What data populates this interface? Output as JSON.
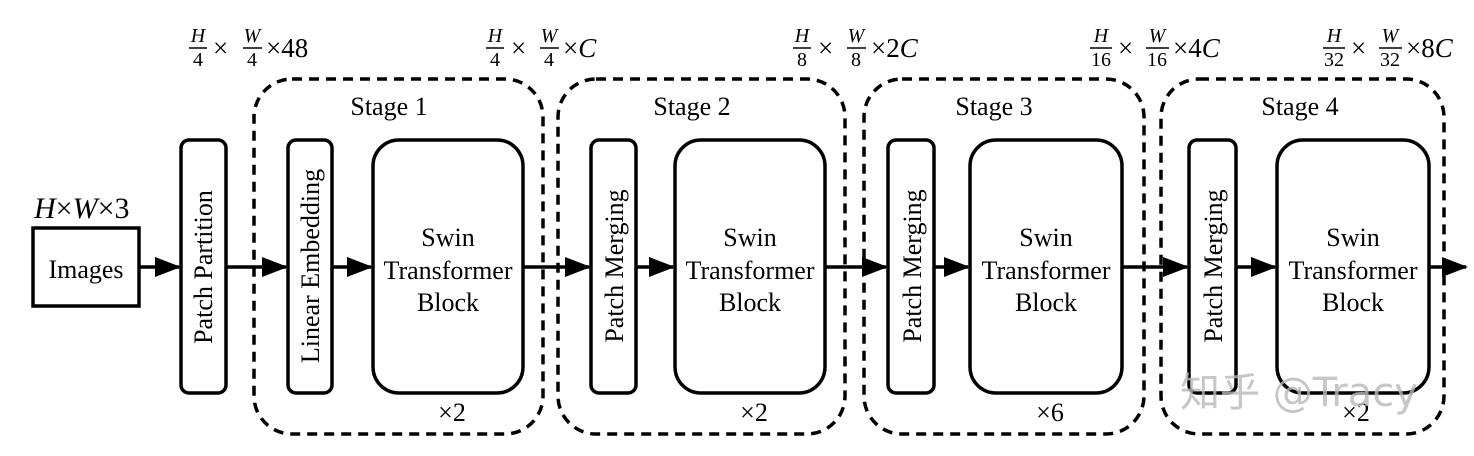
{
  "input": {
    "dims_H": "H",
    "dims_W": "W",
    "dims_3": "3",
    "times": "×",
    "images_label": "Images"
  },
  "patch_partition": {
    "label": "Patch Partition"
  },
  "dims": [
    {
      "num_H": "H",
      "den_H": "4",
      "num_W": "W",
      "den_W": "4",
      "ch_num": "48",
      "ch_var": ""
    },
    {
      "num_H": "H",
      "den_H": "4",
      "num_W": "W",
      "den_W": "4",
      "ch_num": "",
      "ch_var": "C"
    },
    {
      "num_H": "H",
      "den_H": "8",
      "num_W": "W",
      "den_W": "8",
      "ch_num": "2",
      "ch_var": "C"
    },
    {
      "num_H": "H",
      "den_H": "16",
      "num_W": "W",
      "den_W": "16",
      "ch_num": "4",
      "ch_var": "C"
    },
    {
      "num_H": "H",
      "den_H": "32",
      "num_W": "W",
      "den_W": "32",
      "ch_num": "8",
      "ch_var": "C"
    }
  ],
  "stages": [
    {
      "title": "Stage 1",
      "first_block": "Linear Embedding",
      "swin_line1": "Swin",
      "swin_line2": "Transformer",
      "swin_line3": "Block",
      "repeat": "×2"
    },
    {
      "title": "Stage 2",
      "first_block": "Patch Merging",
      "swin_line1": "Swin",
      "swin_line2": "Transformer",
      "swin_line3": "Block",
      "repeat": "×2"
    },
    {
      "title": "Stage 3",
      "first_block": "Patch Merging",
      "swin_line1": "Swin",
      "swin_line2": "Transformer",
      "swin_line3": "Block",
      "repeat": "×6"
    },
    {
      "title": "Stage 4",
      "first_block": "Patch Merging",
      "swin_line1": "Swin",
      "swin_line2": "Transformer",
      "swin_line3": "Block",
      "repeat": "×2"
    }
  ],
  "watermark": {
    "text": "知乎 @Tracy"
  }
}
